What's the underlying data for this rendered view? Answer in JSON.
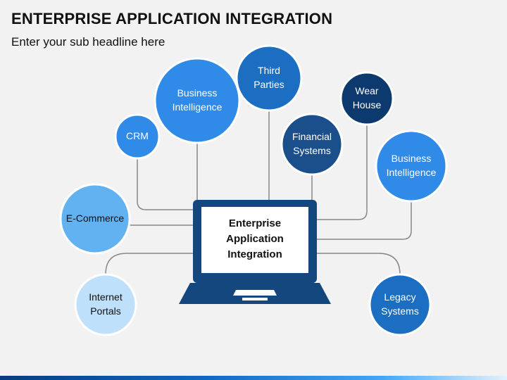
{
  "header": {
    "title": "ENTERPRISE APPLICATION INTEGRATION",
    "subtitle": "Enter your sub headline here"
  },
  "center": {
    "label": "Enterprise\nApplication\nIntegration"
  },
  "colors": {
    "navy": "#0d3a6e",
    "dark_blue": "#1a4f8b",
    "blue": "#1b6ec2",
    "medium_blue": "#2f8ae8",
    "light_blue": "#62b1f0",
    "pale_blue": "#bfe0fa",
    "laptop": "#14477e",
    "connector": "#888888"
  },
  "nodes": [
    {
      "id": "third-parties",
      "label": "Third\nParties",
      "color": "#1b6ec2",
      "dark_text": false
    },
    {
      "id": "business-intelligence-1",
      "label": "Business\nIntelligence",
      "color": "#2f8ae8",
      "dark_text": false
    },
    {
      "id": "wear-house",
      "label": "Wear\nHouse",
      "color": "#0d3a6e",
      "dark_text": false
    },
    {
      "id": "crm",
      "label": "CRM",
      "color": "#2f8ae8",
      "dark_text": false
    },
    {
      "id": "financial-systems",
      "label": "Financial\nSystems",
      "color": "#1a4f8b",
      "dark_text": false
    },
    {
      "id": "business-intelligence-2",
      "label": "Business\nIntelligence",
      "color": "#2f8ae8",
      "dark_text": false
    },
    {
      "id": "e-commerce",
      "label": "E-Commerce",
      "color": "#62b1f0",
      "dark_text": true
    },
    {
      "id": "internet-portals",
      "label": "Internet\nPortals",
      "color": "#bfe0fa",
      "dark_text": true
    },
    {
      "id": "legacy-systems",
      "label": "Legacy\nSystems",
      "color": "#1b6ec2",
      "dark_text": false
    }
  ]
}
